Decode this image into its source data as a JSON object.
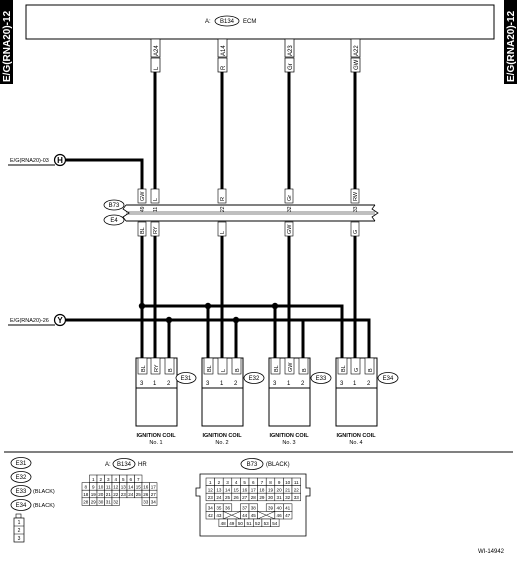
{
  "side_tab": "E/G(RNA20)-12",
  "ecm": {
    "connector_prefix": "A:",
    "connector": "B134",
    "label": "ECM",
    "pins": [
      "A24",
      "A14",
      "A23",
      "A22"
    ],
    "wires": [
      "L",
      "R",
      "Gr",
      "GW"
    ]
  },
  "links": {
    "h_text": "E/G(RNA20)-03",
    "h_letter": "H",
    "y_text": "E/G(RNA20)-26",
    "y_letter": "Y"
  },
  "joint_connector": {
    "upper": "B73",
    "lower": "E4",
    "upper_wires": [
      "GW",
      "L",
      "R",
      "Gr",
      "RW"
    ],
    "upper_pins": [
      "49",
      "11",
      "22",
      "32",
      "33"
    ],
    "lower_wires": [
      "BL",
      "RY",
      "L",
      "GW",
      "G"
    ]
  },
  "coils": [
    {
      "connector": "E31",
      "name": "IGNITION COIL",
      "number": "No. 1",
      "pins": [
        "3",
        "1",
        "2"
      ],
      "wires": [
        "BL",
        "RY",
        "B"
      ]
    },
    {
      "connector": "E32",
      "name": "IGNITION COIL",
      "number": "No. 2",
      "pins": [
        "3",
        "1",
        "2"
      ],
      "wires": [
        "BL",
        "L",
        "B"
      ]
    },
    {
      "connector": "E33",
      "name": "IGNITION COIL",
      "number": "No. 3",
      "pins": [
        "3",
        "1",
        "2"
      ],
      "wires": [
        "BL",
        "GW",
        "B"
      ]
    },
    {
      "connector": "E34",
      "name": "IGNITION COIL",
      "number": "No. 4",
      "pins": [
        "3",
        "1",
        "2"
      ],
      "wires": [
        "BL",
        "G",
        "B"
      ]
    }
  ],
  "legend": {
    "connectors": [
      {
        "id": "E31",
        "color": ""
      },
      {
        "id": "E32",
        "color": ""
      },
      {
        "id": "E33",
        "color": "(BLACK)"
      },
      {
        "id": "E34",
        "color": "(BLACK)"
      }
    ],
    "small_connector_pins": [
      "1",
      "2",
      "3"
    ],
    "ecm_connector": {
      "prefix": "A:",
      "id": "B134",
      "suffix": "HR",
      "rows": [
        [
          "1",
          "2",
          "3",
          "4",
          "5",
          "6",
          "7"
        ],
        [
          "8",
          "9",
          "10",
          "11",
          "12",
          "13",
          "14",
          "15",
          "16",
          "17"
        ],
        [
          "18",
          "19",
          "20",
          "21",
          "22",
          "23",
          "24",
          "25",
          "26",
          "27"
        ],
        [
          "28",
          "29",
          "30",
          "31",
          "32",
          "33",
          "34"
        ]
      ]
    },
    "b73": {
      "id": "B73",
      "color": "(BLACK)",
      "rows": [
        [
          "1",
          "2",
          "3",
          "4",
          "5",
          "6",
          "7",
          "8",
          "9",
          "10",
          "11"
        ],
        [
          "12",
          "13",
          "14",
          "15",
          "16",
          "17",
          "18",
          "19",
          "20",
          "21",
          "22"
        ],
        [
          "23",
          "24",
          "25",
          "26",
          "27",
          "28",
          "29",
          "30",
          "31",
          "32",
          "33"
        ],
        [
          "34",
          "35",
          "36",
          "37",
          "38",
          "39",
          "40",
          "41"
        ],
        [
          "42",
          "43",
          "44",
          "45",
          "46",
          "47"
        ],
        [
          "48",
          "49",
          "50",
          "51",
          "52",
          "53",
          "54"
        ]
      ]
    }
  },
  "diagram_id": "WI-14942"
}
